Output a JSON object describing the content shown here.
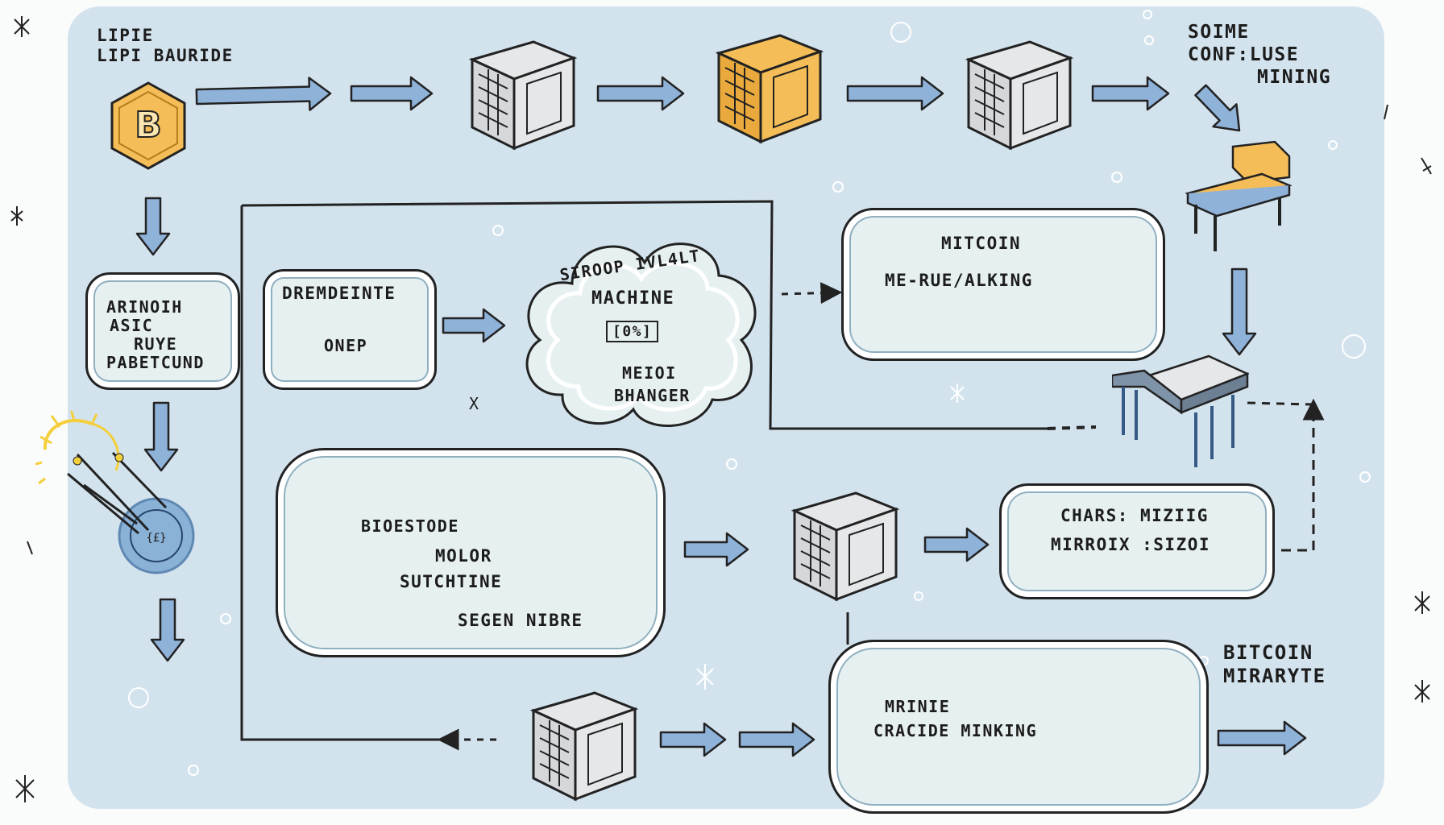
{
  "colors": {
    "board": "#d3e3ee",
    "arrow_fill": "#8fb2d9",
    "cube_gray": "#e6e7e9",
    "cube_gold": "#f5bd57",
    "panel_bg": "#e7f0f1",
    "ink": "#222222",
    "sun": "#f4cf3c",
    "orb": "#8ab1d6"
  },
  "labels": {
    "top_left": [
      "LIPIE",
      "LIPI BAURIDE"
    ],
    "top_right": [
      "SOIME",
      "CONF:LUSE",
      "MINING"
    ],
    "asic_panel": [
      "ARINOIH",
      "ASIC",
      "RUYE",
      "PABETCUND"
    ],
    "dremdeinte_panel": [
      "DREMDEINTE",
      "ONEP"
    ],
    "cloud": [
      "SIROOP IVL4LT",
      "MACHINE",
      "[0%]",
      "MEIOI",
      "BHANGER"
    ],
    "mitcoin_panel": [
      "MITCOIN",
      "ME-RUE/ALKING"
    ],
    "big_panel": [
      "BIOESTODE",
      "MOLOR",
      "SUTCHTINE",
      "SEGEN NIBRE"
    ],
    "chars_panel": [
      "CHARS: MIZIIG",
      "MIRROIX :SIZOI"
    ],
    "bottom_panel": [
      "MRINIE",
      "CRACIDE MINKING"
    ],
    "bitcoin_corner": [
      "BITCOIN",
      "MIRARYTE"
    ],
    "x_mark": "X"
  },
  "icons": {
    "bitcoin": "bitcoin-hexagon-icon",
    "lightbulb": "lightbulb-icon",
    "server": "server-cube-icon",
    "desk": "desk-icon"
  }
}
